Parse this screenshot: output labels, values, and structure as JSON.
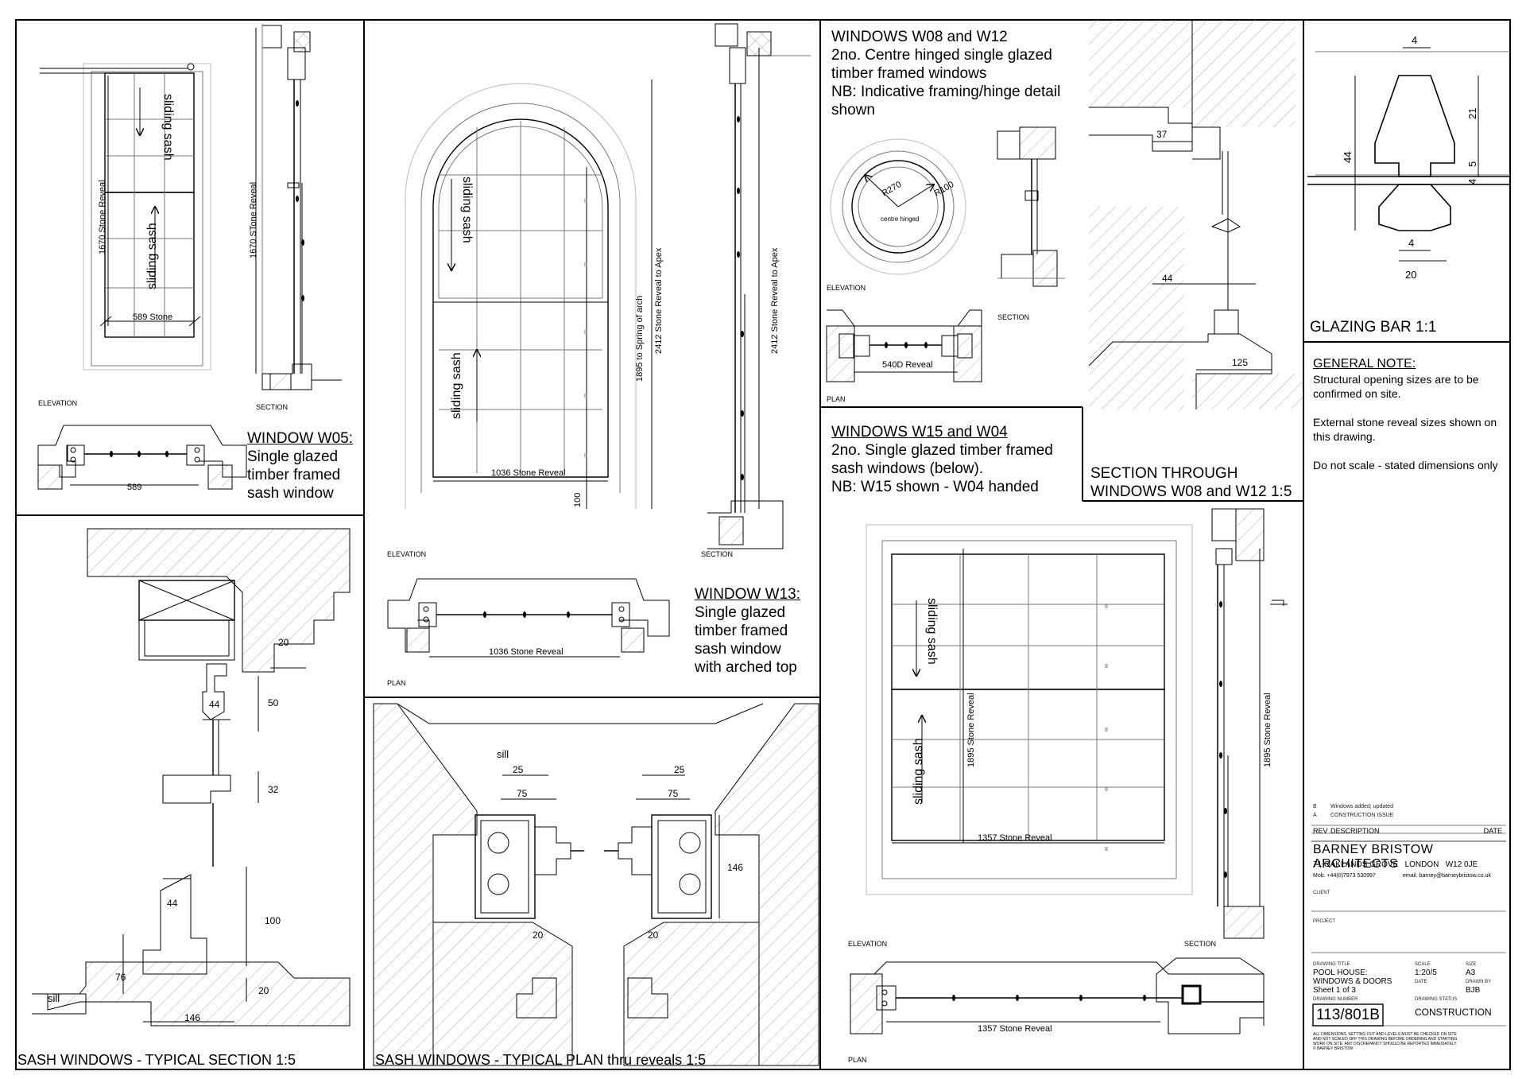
{
  "w05": {
    "dim_height": "1670 Stone Reveal",
    "dim_height_section": "1670 STone Reveal",
    "dim_width": "589 Stone",
    "dim_plan": "589",
    "sash_label": "sliding sash",
    "elevation_label": "ELEVATION",
    "section_label": "SECTION",
    "title": "WINDOW  W05:",
    "description": [
      "Single glazed",
      "timber framed",
      "sash window"
    ]
  },
  "w13": {
    "dim_width": "1036 Stone Reveal",
    "dim_spring": "1895 to Spring of arch",
    "dim_apex": "2412 Stone Reveal to Apex",
    "dim_apex_section": "2412 Stone Reveal to Apex",
    "dim_sill": "100",
    "dim_plan": "1036 Stone Reveal",
    "sash_label": "sliding sash",
    "elevation_label": "ELEVATION",
    "section_label": "SECTION",
    "plan_label": "PLAN",
    "title": "WINDOW  W13:",
    "description": [
      "Single glazed",
      "timber framed",
      "sash window",
      "with arched top"
    ]
  },
  "w08": {
    "title": "WINDOWS W08 and W12",
    "lines": [
      "2no. Centre hinged single glazed",
      "timber framed windows",
      "NB: Indicative framing/hinge detail",
      "shown"
    ],
    "r_outer": "R270",
    "r_inner": "R100",
    "hinge": "centre hinged",
    "elevation_label": "ELEVATION",
    "section_label": "SECTION",
    "plan_label": "PLAN",
    "dim_plan": "540D Reveal",
    "sect_dims": [
      "37",
      "44",
      "125"
    ],
    "section_title": [
      "SECTION THROUGH",
      "WINDOWS W08 and W12 1:5"
    ]
  },
  "glazing": {
    "title": "GLAZING BAR 1:1",
    "dims": [
      "4",
      "21",
      "44",
      "5",
      "4",
      "4",
      "20"
    ]
  },
  "general_note": {
    "title": "GENERAL NOTE:",
    "lines": [
      "Structural opening sizes are to be confirmed on site.",
      "External stone reveal sizes shown on this drawing.",
      "Do not scale - stated dimensions only"
    ]
  },
  "w15": {
    "title": "WINDOWS W15 and W04",
    "lines": [
      "2no. Single glazed timber framed",
      "sash windows (below).",
      "NB: W15 shown - W04 handed"
    ],
    "dim_height": "1895 Stone Reveal",
    "dim_height_section": "1895 Stone Reveal",
    "dim_width": "1357 Stone Reveal",
    "dim_plan": "1357 Stone Reveal",
    "sash_label": "sliding sash",
    "elevation_label": "ELEVATION",
    "section_label": "SECTION",
    "plan_label": "PLAN"
  },
  "sash_section": {
    "title": "SASH WINDOWS - TYPICAL SECTION 1:5",
    "dims": [
      "20",
      "44",
      "50",
      "32",
      "44",
      "100",
      "76",
      "20",
      "146"
    ],
    "sill": "sill"
  },
  "sash_plan": {
    "title": "SASH WINDOWS - TYPICAL PLAN thru reveals 1:5",
    "dims": [
      "25",
      "75",
      "25",
      "75",
      "146",
      "20",
      "20"
    ],
    "sill": "sill"
  },
  "title_block": {
    "revisions": [
      {
        "rev": "B",
        "desc": "Windows added; updated"
      },
      {
        "rev": "A",
        "desc": "CONSTRUCTION ISSUE"
      }
    ],
    "col_rev": "REV",
    "col_desc": "DESCRIPTION",
    "col_date": "DATE",
    "firm": "BARNEY BRISTOW ARCHITECTS",
    "address": "71 OAKLANDS GROVE   LONDON   W12 0JE",
    "mobile": "Mob. +44(0)7973 530997",
    "email": "email. barney@barneybristow.co.uk",
    "client_label": "CLIENT",
    "project_label": "PROJECT",
    "drawing_title_label": "DRAWING  TITLE",
    "drawing_title": [
      "POOL HOUSE:",
      "WINDOWS & DOORS",
      "Sheet 1 of 3"
    ],
    "scale_label": "SCALE",
    "scale": "1:20/5",
    "size_label": "SIZE",
    "size": "A3",
    "date_label": "DATE",
    "drawn_label": "DRAWN BY",
    "drawn": "BJB",
    "number_label": "DRAWING  NUMBER",
    "number": "113/801B",
    "status_label": "DRAWING STATUS",
    "status": "CONSTRUCTION",
    "disclaimer": [
      "ALL DIMENSIONS, SETTING OUT AND LEVELS MUST BE CHECKED ON SITE",
      "AND NOT SCALED OFF THIS DRAWING BEFORE ORDERING AND STARTING",
      "WORK ON SITE. ANY DISCREPANCY SHOULD BE REPORTED IMMEDIATELY.",
      "© BARNEY BRISTOW"
    ]
  }
}
